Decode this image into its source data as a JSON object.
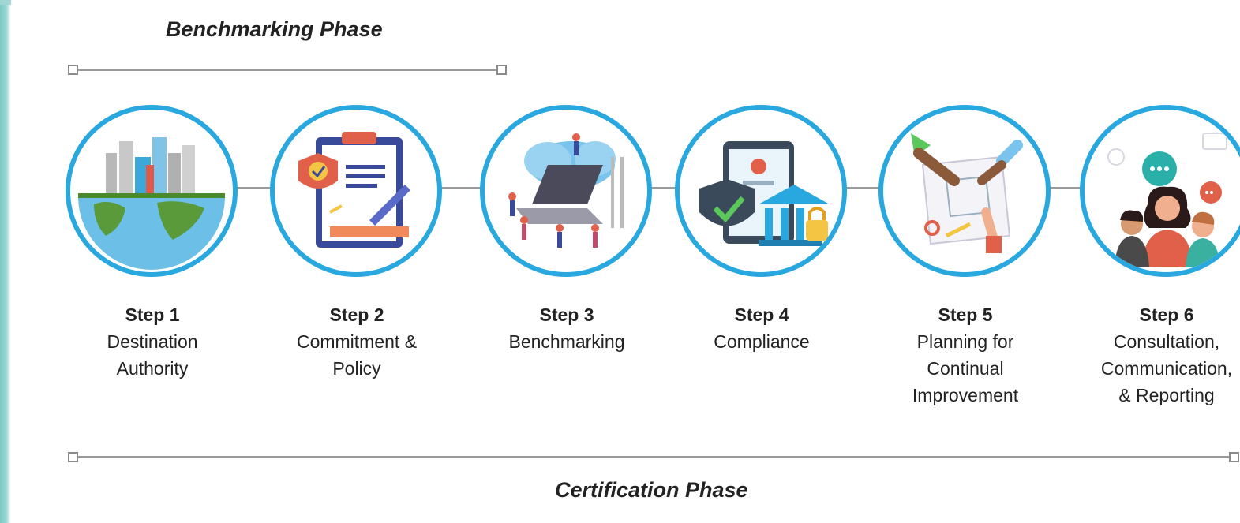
{
  "phases": {
    "benchmarking": "Benchmarking Phase",
    "certification": "Certification Phase"
  },
  "colors": {
    "circle_border": "#29a7df",
    "line": "#9a9a9a",
    "text": "#222222"
  },
  "steps": [
    {
      "number": "Step 1",
      "description": "Destination\nAuthority",
      "icon": "globe-city-icon"
    },
    {
      "number": "Step 2",
      "description": "Commitment &\nPolicy",
      "icon": "clipboard-policy-icon"
    },
    {
      "number": "Step 3",
      "description": "Benchmarking",
      "icon": "cloud-laptop-people-icon"
    },
    {
      "number": "Step 4",
      "description": "Compliance",
      "icon": "shield-bank-icon"
    },
    {
      "number": "Step 5",
      "description": "Planning for\nContinual\nImprovement",
      "icon": "planning-hands-icon"
    },
    {
      "number": "Step 6",
      "description": "Consultation,\nCommunication,\n& Reporting",
      "icon": "people-chat-icon"
    }
  ]
}
